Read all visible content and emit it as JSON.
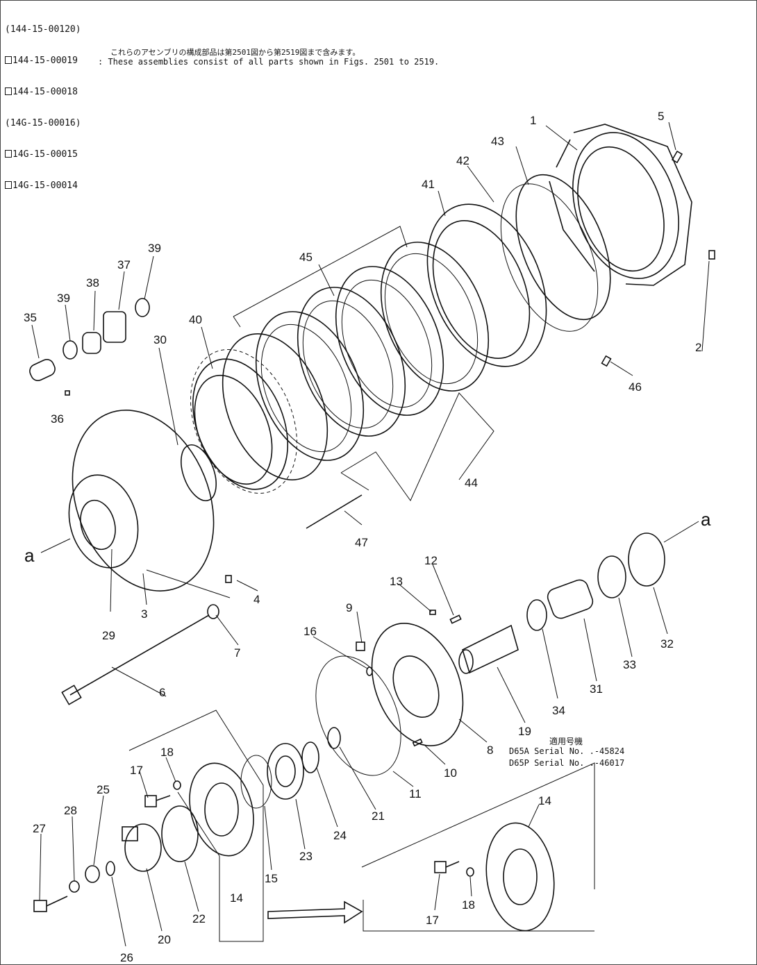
{
  "header": {
    "assemblies": [
      {
        "code": "(144-15-00120)",
        "boxed": false
      },
      {
        "code": "144-15-00019",
        "boxed": true
      },
      {
        "code": "144-15-00018",
        "boxed": true
      },
      {
        "code": "(14G-15-00016)",
        "boxed": false
      },
      {
        "code": "14G-15-00015",
        "boxed": true
      },
      {
        "code": "14G-15-00014",
        "boxed": true
      }
    ],
    "note_jp": "これらのアセンブリの構成部品は第2501図から第2519図まで含みます。",
    "note_en": ": These assemblies consist of all parts shown in Figs. 2501 to 2519."
  },
  "serial_note": {
    "title": "適用号機",
    "line1": "D65A Serial No. .-45824",
    "line2": "D65P Serial No. .-46017"
  },
  "labels": {
    "p1": "1",
    "p2": "2",
    "p3": "3",
    "p4": "4",
    "p5": "5",
    "p6": "6",
    "p7": "7",
    "p8": "8",
    "p9": "9",
    "p10": "10",
    "p11": "11",
    "p12": "12",
    "p13": "13",
    "p14": "14",
    "p14b": "14",
    "p15": "15",
    "p16": "16",
    "p17": "17",
    "p17b": "17",
    "p18": "18",
    "p18b": "18",
    "p19": "19",
    "p20": "20",
    "p21": "21",
    "p22": "22",
    "p23": "23",
    "p24": "24",
    "p25": "25",
    "p26": "26",
    "p27": "27",
    "p28": "28",
    "p29": "29",
    "p30": "30",
    "p31": "31",
    "p32": "32",
    "p33": "33",
    "p34": "34",
    "p35": "35",
    "p36": "36",
    "p37": "37",
    "p38": "38",
    "p39": "39",
    "p39b": "39",
    "p40": "40",
    "p41": "41",
    "p42": "42",
    "p43": "43",
    "p44": "44",
    "p45": "45",
    "p46": "46",
    "p47": "47",
    "ref_a_left": "a",
    "ref_a_right": "a"
  }
}
